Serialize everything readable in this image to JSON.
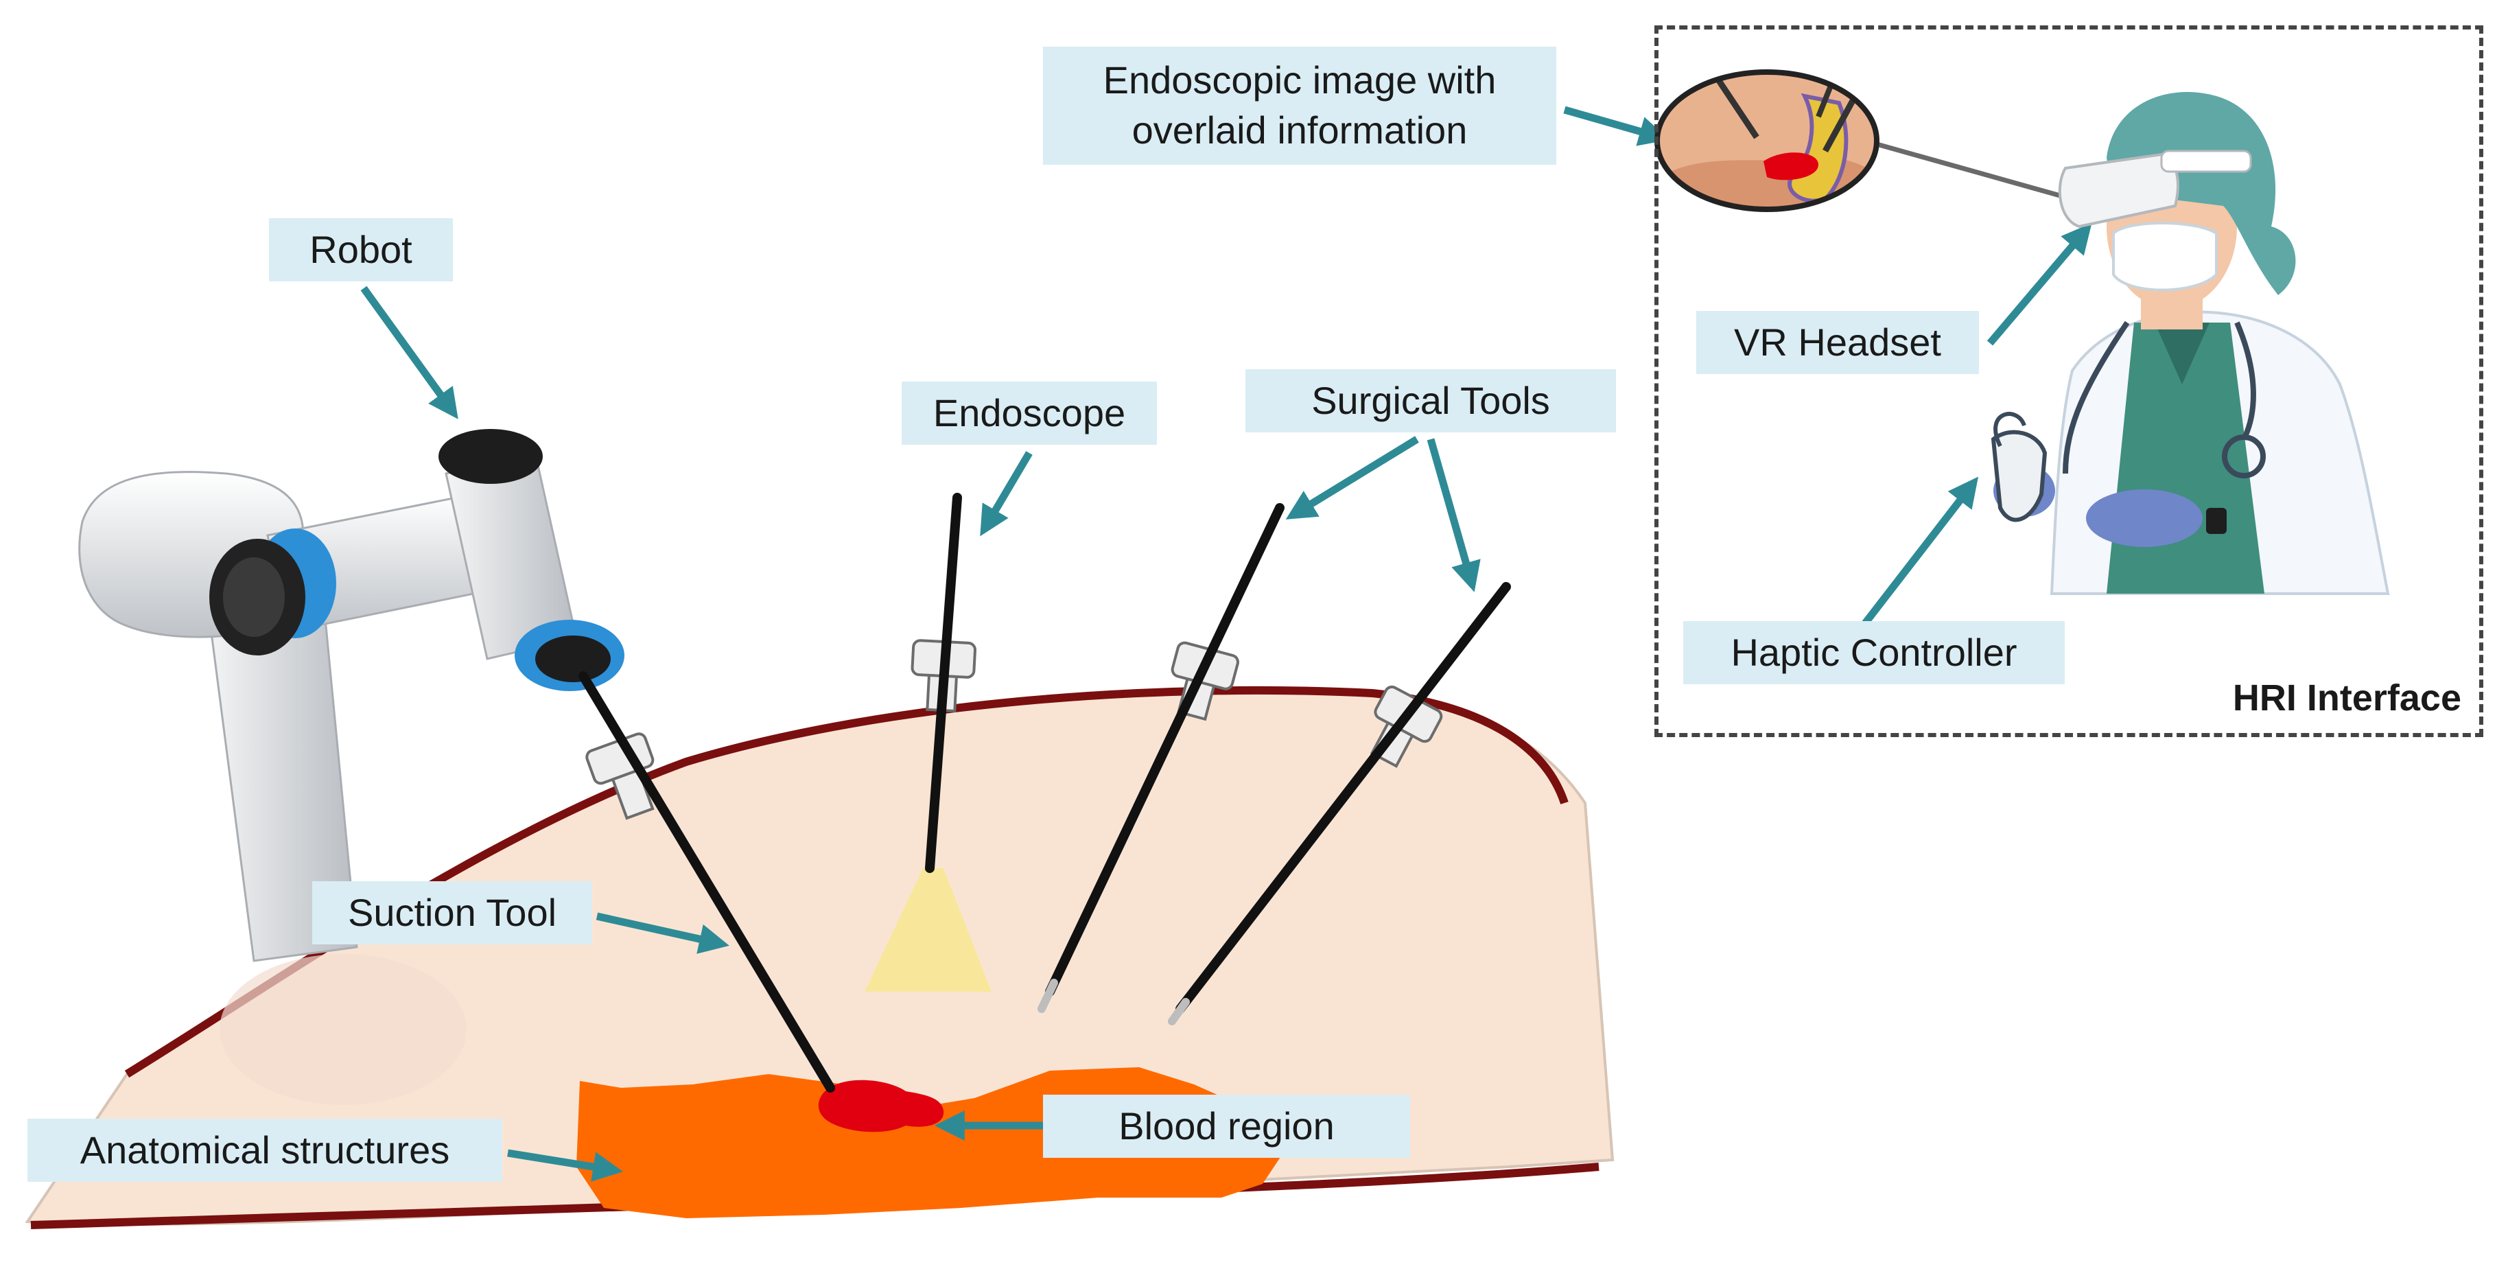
{
  "labels": {
    "robot": "Robot",
    "endoscope": "Endoscope",
    "surgical_tools": "Surgical Tools",
    "suction_tool": "Suction Tool",
    "anatomical_structures": "Anatomical structures",
    "blood_region": "Blood region",
    "endoscopic_image_line1": "Endoscopic image with",
    "endoscopic_image_line2": "overlaid information",
    "vr_headset": "VR Headset",
    "haptic_controller": "Haptic Controller"
  },
  "hri_interface": {
    "title": "HRI Interface"
  },
  "colors": {
    "label_bg": "#daedf4",
    "arrow": "#2e8b96",
    "body_fill": "#f9e4d4",
    "body_outline": "#7a0f0f",
    "anatomy": "#ff6a00",
    "blood": "#e00010",
    "light_cone": "#f8e79a",
    "robot_blue": "#2d8fd6"
  }
}
